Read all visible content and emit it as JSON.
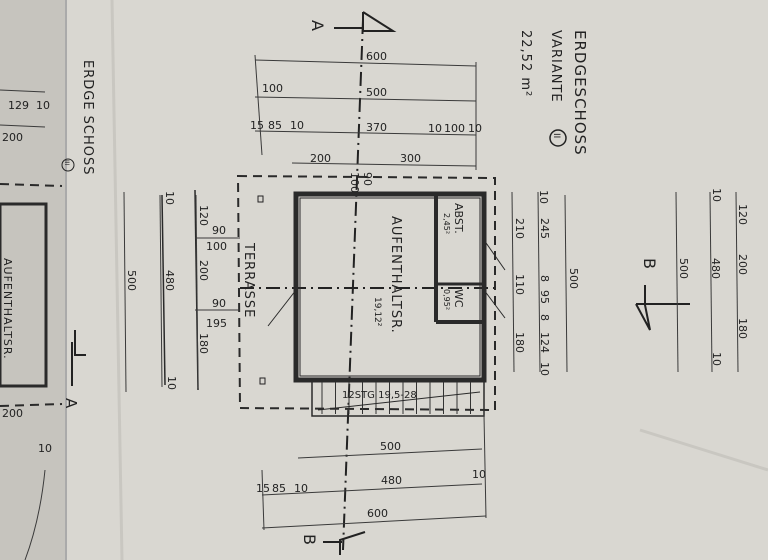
{
  "title": {
    "heading": "ERDGESCHOSS",
    "variant": "VARIANTE",
    "variant_number": "II",
    "area": "22,52 m²"
  },
  "rooms": {
    "main": "AUFENTHALTSR.",
    "main_area": "19,12²",
    "storage": "ABST.",
    "storage_area": "2,45²",
    "wc": "WC",
    "wc_area": "0,95²",
    "terrace": "TERRASSE",
    "stairs": "12STG 19,5-28"
  },
  "section_markers": {
    "a": "A",
    "b": "B"
  },
  "dims": {
    "top": [
      "600",
      "100",
      "500",
      "15",
      "85",
      "10",
      "370",
      "10",
      "100",
      "10",
      "200",
      "300",
      "100",
      "90"
    ],
    "left": [
      "500",
      "480",
      "10",
      "120",
      "200",
      "180",
      "10",
      "90",
      "100",
      "90",
      "195"
    ],
    "right": [
      "10",
      "245",
      "210",
      "110",
      "8",
      "95",
      "8",
      "180",
      "124",
      "10",
      "500"
    ],
    "far_right": [
      "500",
      "480",
      "10",
      "120",
      "200",
      "180",
      "10"
    ],
    "bottom": [
      "500",
      "480",
      "10",
      "15",
      "85",
      "10",
      "600"
    ]
  },
  "left_sheet": {
    "heading": "ERDGE SCHOSS",
    "variant_number": "III",
    "room": "AUFENTHALTSR.",
    "dims": [
      "129",
      "10",
      "200",
      "200",
      "10"
    ],
    "marker": "A"
  },
  "colors": {
    "paper": "#d9d7d1",
    "ink": "#2a2a2a",
    "left_sheet": "#c9c7c1"
  }
}
